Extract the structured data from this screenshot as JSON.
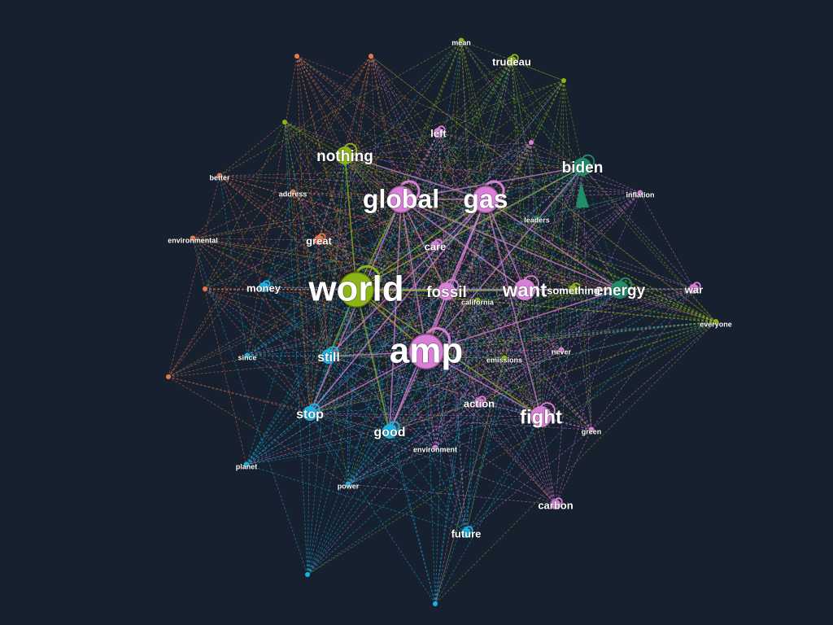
{
  "colors": {
    "background": "#17202e",
    "groups": {
      "olive": "#8db516",
      "pink": "#d97fd8",
      "teal": "#1f8f6a",
      "cyan": "#18b4e6",
      "orange": "#e8774d"
    }
  },
  "nodes": [
    {
      "id": "world",
      "label": "world",
      "group": "olive",
      "weight": 10
    },
    {
      "id": "amp",
      "label": "amp",
      "group": "pink",
      "weight": 10
    },
    {
      "id": "global",
      "label": "global",
      "group": "pink",
      "weight": 7
    },
    {
      "id": "gas",
      "label": "gas",
      "group": "pink",
      "weight": 7
    },
    {
      "id": "want",
      "label": "want",
      "group": "pink",
      "weight": 5
    },
    {
      "id": "fight",
      "label": "fight",
      "group": "pink",
      "weight": 5
    },
    {
      "id": "fossil",
      "label": "fossil",
      "group": "pink",
      "weight": 4
    },
    {
      "id": "nothing",
      "label": "nothing",
      "group": "olive",
      "weight": 4
    },
    {
      "id": "biden",
      "label": "biden",
      "group": "teal",
      "weight": 4
    },
    {
      "id": "energy",
      "label": "energy",
      "group": "teal",
      "weight": 4
    },
    {
      "id": "something",
      "label": "something",
      "group": "olive",
      "weight": 2
    },
    {
      "id": "good",
      "label": "good",
      "group": "cyan",
      "weight": 3
    },
    {
      "id": "stop",
      "label": "stop",
      "group": "cyan",
      "weight": 3
    },
    {
      "id": "still",
      "label": "still",
      "group": "cyan",
      "weight": 3
    },
    {
      "id": "carbon",
      "label": "carbon",
      "group": "pink",
      "weight": 2
    },
    {
      "id": "future",
      "label": "future",
      "group": "cyan",
      "weight": 2
    },
    {
      "id": "action",
      "label": "action",
      "group": "pink",
      "weight": 2
    },
    {
      "id": "care",
      "label": "care",
      "group": "pink",
      "weight": 2
    },
    {
      "id": "left",
      "label": "left",
      "group": "pink",
      "weight": 2
    },
    {
      "id": "great",
      "label": "great",
      "group": "orange",
      "weight": 2
    },
    {
      "id": "money",
      "label": "money",
      "group": "cyan",
      "weight": 2
    },
    {
      "id": "war",
      "label": "war",
      "group": "pink",
      "weight": 2
    },
    {
      "id": "never",
      "label": "never",
      "group": "pink",
      "weight": 1
    },
    {
      "id": "mean",
      "label": "mean",
      "group": "olive",
      "weight": 1
    },
    {
      "id": "trudeau",
      "label": "trudeau",
      "group": "olive",
      "weight": 2
    },
    {
      "id": "environment",
      "label": "environment",
      "group": "pink",
      "weight": 1
    },
    {
      "id": "green",
      "label": "green",
      "group": "pink",
      "weight": 1
    },
    {
      "id": "power",
      "label": "power",
      "group": "cyan",
      "weight": 1
    },
    {
      "id": "planet",
      "label": "planet",
      "group": "cyan",
      "weight": 1
    },
    {
      "id": "since",
      "label": "since",
      "group": "cyan",
      "weight": 1
    },
    {
      "id": "better",
      "label": "better",
      "group": "orange",
      "weight": 1
    },
    {
      "id": "address",
      "label": "address",
      "group": "orange",
      "weight": 1
    },
    {
      "id": "environmental",
      "label": "environmental",
      "group": "orange",
      "weight": 1
    },
    {
      "id": "inflation",
      "label": "inflation",
      "group": "pink",
      "weight": 1
    },
    {
      "id": "everyone",
      "label": "everyone",
      "group": "olive",
      "weight": 1
    },
    {
      "id": "leaders",
      "label": "leaders",
      "group": "teal",
      "weight": 1
    },
    {
      "id": "california",
      "label": "california",
      "group": "olive",
      "weight": 1
    },
    {
      "id": "emissions",
      "label": "emissions",
      "group": "olive",
      "weight": 1
    },
    {
      "id": "sm1",
      "label": "",
      "group": "orange",
      "weight": 0
    },
    {
      "id": "sm2",
      "label": "",
      "group": "orange",
      "weight": 0
    },
    {
      "id": "sm3",
      "label": "",
      "group": "olive",
      "weight": 0
    },
    {
      "id": "sm4",
      "label": "",
      "group": "pink",
      "weight": 0
    },
    {
      "id": "sm5",
      "label": "",
      "group": "orange",
      "weight": 0
    },
    {
      "id": "sm6",
      "label": "",
      "group": "orange",
      "weight": 0
    },
    {
      "id": "sm7",
      "label": "",
      "group": "cyan",
      "weight": 0
    },
    {
      "id": "sm8",
      "label": "",
      "group": "cyan",
      "weight": 0
    },
    {
      "id": "sm9",
      "label": "",
      "group": "olive",
      "weight": 0
    },
    {
      "id": "sm10",
      "label": "",
      "group": "olive",
      "weight": 0
    }
  ]
}
